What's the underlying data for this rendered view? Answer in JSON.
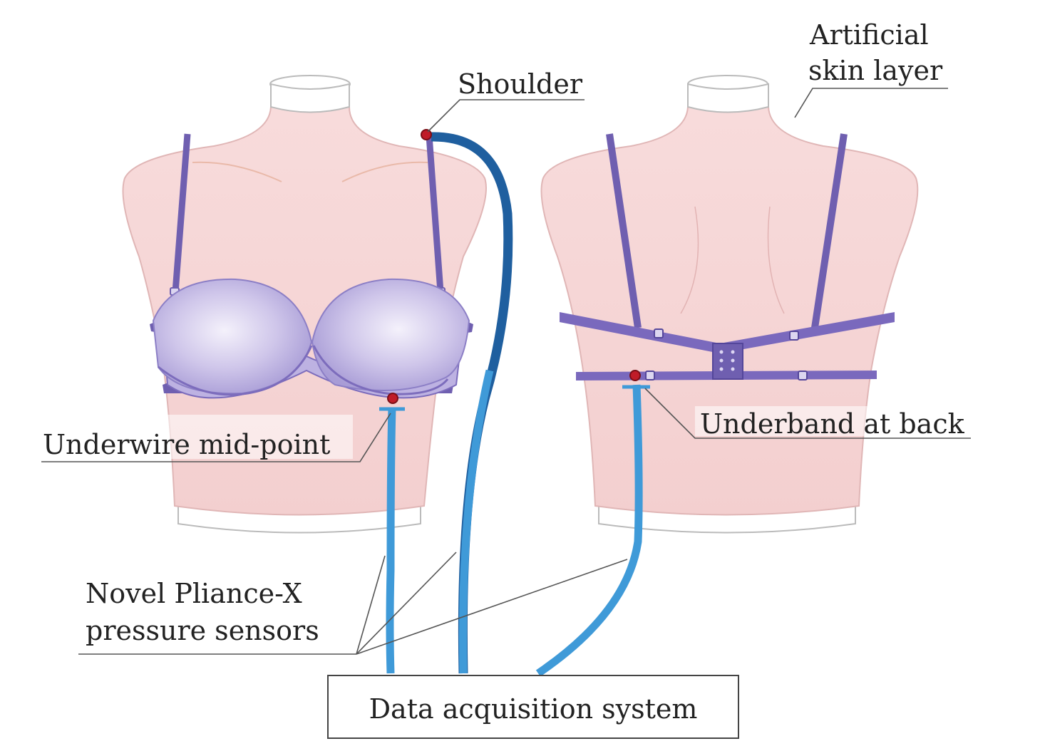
{
  "labels": {
    "shoulder": "Shoulder",
    "artificial_skin_line1": "Artificial",
    "artificial_skin_line2": "skin layer",
    "underwire": "Underwire mid-point",
    "underband": "Underband at back",
    "sensors_line1": "Novel Pliance-X",
    "sensors_line2": "pressure sensors",
    "daq": "Data acquisition system"
  },
  "colors": {
    "skin": "#f6d8d8",
    "skin_edge": "#e7b9b9",
    "cup": "#c9c0e6",
    "strap": "#6f5fb0",
    "tube": "#3f9ad8",
    "tube_dark": "#1f5f9f",
    "sensor": "#c01c28",
    "leader": "#555555"
  }
}
